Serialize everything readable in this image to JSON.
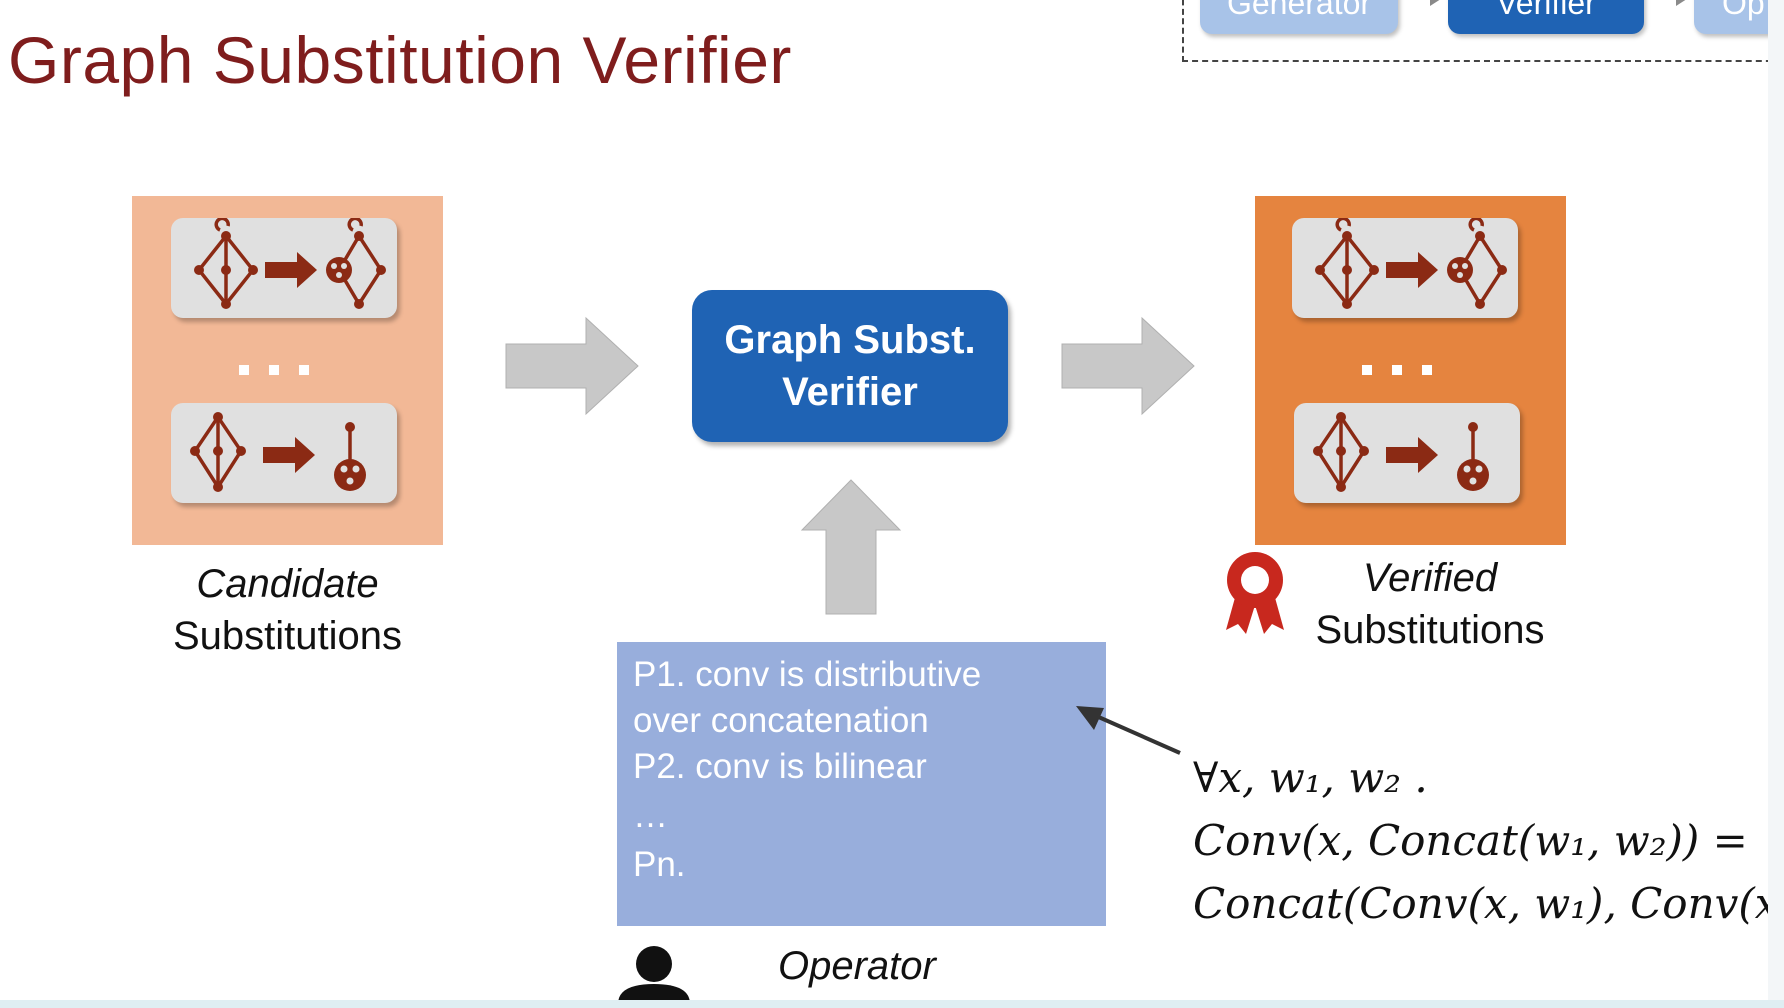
{
  "title": "Graph Substitution Verifier",
  "pipeline": {
    "steps": [
      "Generator",
      "Verifier",
      "Op"
    ],
    "active_step": "Verifier"
  },
  "verifier_box": {
    "line1": "Graph Subst.",
    "line2": "Verifier"
  },
  "candidates": {
    "caption_line1": "Candidate",
    "caption_line2": "Substitutions"
  },
  "verified": {
    "caption_line1": "Verified",
    "caption_line2": "Substitutions"
  },
  "properties": [
    "P1. conv is distributive",
    "over concatenation",
    "P2. conv is bilinear",
    "…",
    "Pn."
  ],
  "formula": {
    "line1": "∀x, w₁, w₂ .",
    "line2": "Conv(x, Concat(w₁, w₂)) =",
    "line3": "Concat(Conv(x, w₁), Conv(x"
  },
  "operator_label": "Operator",
  "colors": {
    "title": "#7f1d1d",
    "verifier_blue": "#1f63b4",
    "pipeline_light_blue": "#a8c3e8",
    "candidate_panel": "#f2b896",
    "verified_panel": "#e5843f",
    "properties_box": "#98aedc",
    "graph_edges": "#8b2a14",
    "arrow_gray": "#c8c8c8",
    "ribbon_red": "#c8281e"
  },
  "icons": [
    "gray-right-arrow-icon",
    "gray-up-arrow-icon",
    "award-ribbon-icon",
    "person-icon",
    "graph-transform-icon"
  ]
}
